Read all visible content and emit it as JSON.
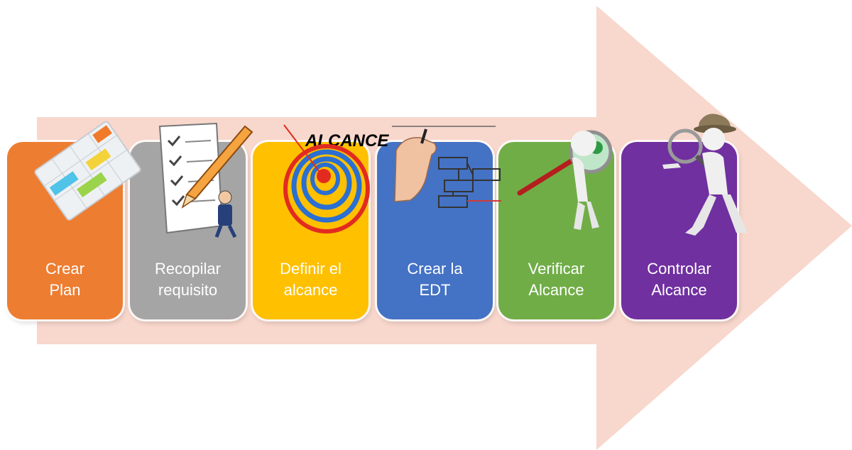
{
  "arrow_color": "#f8d7cc",
  "steps": [
    {
      "line1": "Crear",
      "line2": "Plan",
      "color": "#ed7d31",
      "icon": "calendar-gantt-icon"
    },
    {
      "line1": "Recopilar",
      "line2": "requisito",
      "color": "#a5a5a5",
      "icon": "checklist-pencil-icon"
    },
    {
      "line1": "Definir el",
      "line2": "alcance",
      "color": "#ffc000",
      "icon": "target-icon"
    },
    {
      "line1": "Crear la",
      "line2": "EDT",
      "color": "#4472c4",
      "icon": "org-chart-hand-icon"
    },
    {
      "line1": "Verificar",
      "line2": "Alcance",
      "color": "#70ad47",
      "icon": "magnifier-figure-icon"
    },
    {
      "line1": "Controlar",
      "line2": "Alcance",
      "color": "#7030a0",
      "icon": "detective-figure-icon"
    }
  ],
  "target_caption": "ALCANCE"
}
